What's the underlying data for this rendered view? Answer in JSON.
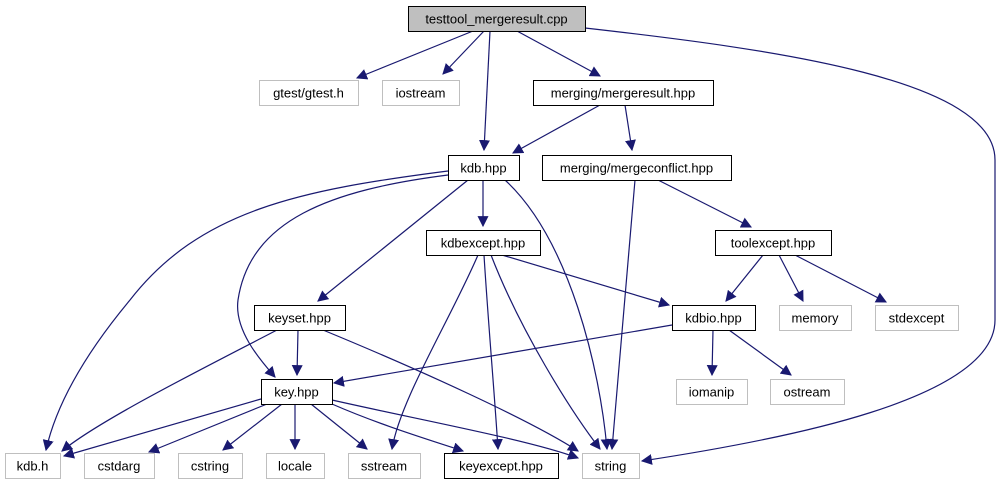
{
  "title": "testtool_mergeresult.cpp include dependency graph",
  "colors": {
    "edge": "#191970",
    "root_fill": "#bfbfbf",
    "documented_border": "#000000",
    "external_border": "#bfbfbf",
    "node_fill": "#ffffff"
  },
  "nodes": [
    {
      "id": "root",
      "label": "testtool_mergeresult.cpp",
      "kind": "root"
    },
    {
      "id": "gtest",
      "label": "gtest/gtest.h",
      "kind": "external"
    },
    {
      "id": "iostream",
      "label": "iostream",
      "kind": "external"
    },
    {
      "id": "mergeresult",
      "label": "merging/mergeresult.hpp",
      "kind": "documented"
    },
    {
      "id": "kdbhpp",
      "label": "kdb.hpp",
      "kind": "documented"
    },
    {
      "id": "mergeconflict",
      "label": "merging/mergeconflict.hpp",
      "kind": "documented"
    },
    {
      "id": "kdbexcept",
      "label": "kdbexcept.hpp",
      "kind": "documented"
    },
    {
      "id": "toolexcept",
      "label": "toolexcept.hpp",
      "kind": "documented"
    },
    {
      "id": "keyset",
      "label": "keyset.hpp",
      "kind": "documented"
    },
    {
      "id": "kdbio",
      "label": "kdbio.hpp",
      "kind": "documented"
    },
    {
      "id": "memory",
      "label": "memory",
      "kind": "external"
    },
    {
      "id": "stdexcept",
      "label": "stdexcept",
      "kind": "external"
    },
    {
      "id": "key",
      "label": "key.hpp",
      "kind": "documented"
    },
    {
      "id": "iomanip",
      "label": "iomanip",
      "kind": "external"
    },
    {
      "id": "ostream",
      "label": "ostream",
      "kind": "external"
    },
    {
      "id": "kdbh",
      "label": "kdb.h",
      "kind": "external"
    },
    {
      "id": "cstdarg",
      "label": "cstdarg",
      "kind": "external"
    },
    {
      "id": "cstring",
      "label": "cstring",
      "kind": "external"
    },
    {
      "id": "locale",
      "label": "locale",
      "kind": "external"
    },
    {
      "id": "sstream",
      "label": "sstream",
      "kind": "external"
    },
    {
      "id": "keyexcept",
      "label": "keyexcept.hpp",
      "kind": "documented"
    },
    {
      "id": "string",
      "label": "string",
      "kind": "external"
    }
  ],
  "edges": [
    {
      "from": "root",
      "to": "gtest"
    },
    {
      "from": "root",
      "to": "iostream"
    },
    {
      "from": "root",
      "to": "kdbhpp"
    },
    {
      "from": "root",
      "to": "mergeresult"
    },
    {
      "from": "root",
      "to": "string"
    },
    {
      "from": "mergeresult",
      "to": "kdbhpp"
    },
    {
      "from": "mergeresult",
      "to": "mergeconflict"
    },
    {
      "from": "kdbhpp",
      "to": "kdbh"
    },
    {
      "from": "kdbhpp",
      "to": "key"
    },
    {
      "from": "kdbhpp",
      "to": "keyset"
    },
    {
      "from": "kdbhpp",
      "to": "kdbexcept"
    },
    {
      "from": "kdbhpp",
      "to": "string"
    },
    {
      "from": "mergeconflict",
      "to": "string"
    },
    {
      "from": "mergeconflict",
      "to": "toolexcept"
    },
    {
      "from": "kdbexcept",
      "to": "kdbio"
    },
    {
      "from": "kdbexcept",
      "to": "sstream"
    },
    {
      "from": "kdbexcept",
      "to": "keyexcept"
    },
    {
      "from": "kdbexcept",
      "to": "string"
    },
    {
      "from": "toolexcept",
      "to": "kdbio"
    },
    {
      "from": "toolexcept",
      "to": "memory"
    },
    {
      "from": "toolexcept",
      "to": "stdexcept"
    },
    {
      "from": "keyset",
      "to": "key"
    },
    {
      "from": "keyset",
      "to": "kdbh"
    },
    {
      "from": "keyset",
      "to": "string"
    },
    {
      "from": "kdbio",
      "to": "key"
    },
    {
      "from": "kdbio",
      "to": "iomanip"
    },
    {
      "from": "kdbio",
      "to": "ostream"
    },
    {
      "from": "key",
      "to": "kdbh"
    },
    {
      "from": "key",
      "to": "cstdarg"
    },
    {
      "from": "key",
      "to": "cstring"
    },
    {
      "from": "key",
      "to": "locale"
    },
    {
      "from": "key",
      "to": "sstream"
    },
    {
      "from": "key",
      "to": "keyexcept"
    },
    {
      "from": "key",
      "to": "string"
    }
  ]
}
